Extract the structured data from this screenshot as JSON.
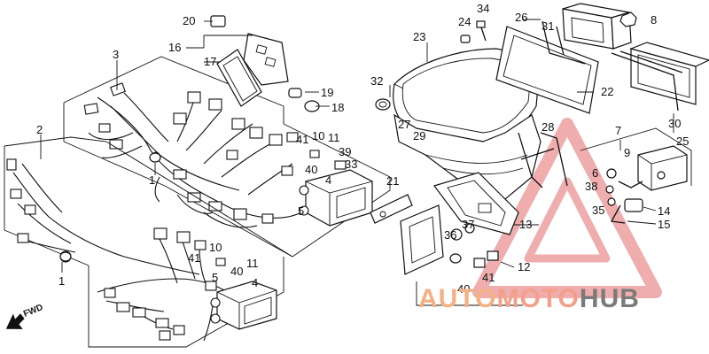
{
  "callouts": {
    "c1a": "1",
    "c1b": "1",
    "c2": "2",
    "c3": "3",
    "c4a": "4",
    "c4b": "4",
    "c5a": "5",
    "c5b": "5",
    "c6": "6",
    "c7": "7",
    "c8": "8",
    "c9": "9",
    "c10a": "10",
    "c10b": "10",
    "c11a": "11",
    "c11b": "11",
    "c12": "12",
    "c13": "13",
    "c14": "14",
    "c15": "15",
    "c16": "16",
    "c17": "17",
    "c18": "18",
    "c19": "19",
    "c20": "20",
    "c21": "21",
    "c22": "22",
    "c23": "23",
    "c24": "24",
    "c25": "25",
    "c26": "26",
    "c27": "27",
    "c28": "28",
    "c29": "29",
    "c30": "30",
    "c31": "31",
    "c32": "32",
    "c33": "33",
    "c34": "34",
    "c35": "35",
    "c36": "36",
    "c37": "37",
    "c38": "38",
    "c39": "39",
    "c40a": "40",
    "c40b": "40",
    "c40c": "40",
    "c41a": "41",
    "c41b": "41",
    "c41c": "41"
  },
  "direction_label": "FWD",
  "watermark": {
    "word_part1": "AUTO",
    "word_part2": "MOTO",
    "word_part3": "HUB",
    "color_part1": "#f4b183",
    "color_part2": "#f2a08a",
    "color_part3": "#7a7a7a",
    "triangle_color": "#e36b6b"
  }
}
